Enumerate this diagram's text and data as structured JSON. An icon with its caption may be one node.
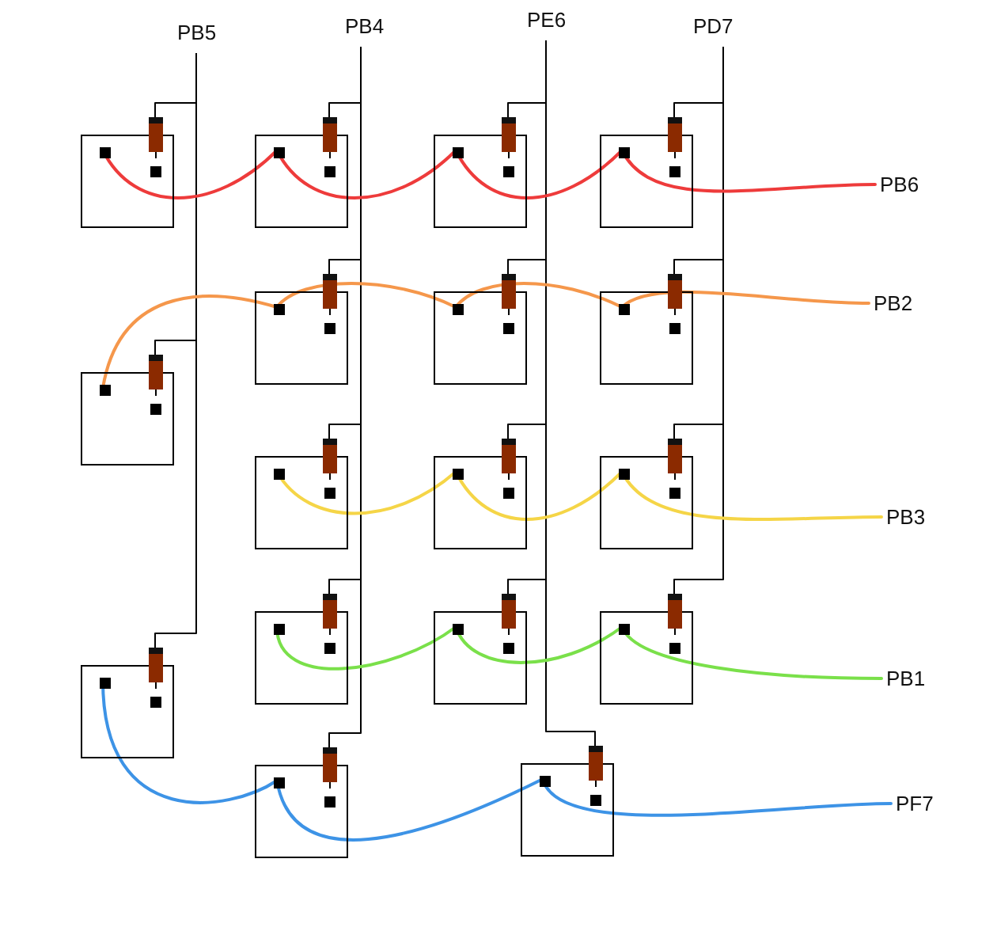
{
  "diagram": {
    "nodes": [
      {
        "text": [
          "PB5"
        ]
      },
      {
        "text": [
          "PB4"
        ]
      },
      {
        "text": [
          "PE6"
        ]
      },
      {
        "text": [
          "PD7"
        ]
      },
      {
        "text": [],
        "shape": "box"
      },
      {
        "text": [],
        "shape": "box"
      },
      {
        "text": [],
        "shape": "box"
      },
      {
        "text": [],
        "shape": "box"
      },
      {
        "text": [
          "PB6"
        ]
      },
      {
        "text": [],
        "shape": "box"
      },
      {
        "text": [],
        "shape": "box"
      },
      {
        "text": [],
        "shape": "box"
      },
      {
        "text": [],
        "shape": "box"
      },
      {
        "text": [
          "PB2"
        ]
      },
      {
        "text": [],
        "shape": "box"
      },
      {
        "text": [],
        "shape": "box"
      },
      {
        "text": [],
        "shape": "box"
      },
      {
        "text": [
          "PB3"
        ]
      },
      {
        "text": [],
        "shape": "box"
      },
      {
        "text": [],
        "shape": "box"
      },
      {
        "text": [],
        "shape": "box"
      },
      {
        "text": [],
        "shape": "box"
      },
      {
        "text": [
          "PB1"
        ]
      },
      {
        "text": [],
        "shape": "box"
      },
      {
        "text": [],
        "shape": "box"
      },
      {
        "text": [
          "PF7"
        ]
      }
    ],
    "edges": [
      {
        "from": 0,
        "to": 4,
        "arrow": "none"
      },
      {
        "from": 0,
        "to": 9,
        "arrow": "none"
      },
      {
        "from": 0,
        "to": 18,
        "arrow": "none"
      },
      {
        "from": 1,
        "to": 5,
        "arrow": "none"
      },
      {
        "from": 1,
        "to": 10,
        "arrow": "none"
      },
      {
        "from": 1,
        "to": 14,
        "arrow": "none"
      },
      {
        "from": 1,
        "to": 19,
        "arrow": "none"
      },
      {
        "from": 1,
        "to": 23,
        "arrow": "none"
      },
      {
        "from": 2,
        "to": 6,
        "arrow": "none"
      },
      {
        "from": 2,
        "to": 11,
        "arrow": "none"
      },
      {
        "from": 2,
        "to": 15,
        "arrow": "none"
      },
      {
        "from": 2,
        "to": 20,
        "arrow": "none"
      },
      {
        "from": 2,
        "to": 24,
        "arrow": "none"
      },
      {
        "from": 3,
        "to": 7,
        "arrow": "none"
      },
      {
        "from": 3,
        "to": 12,
        "arrow": "none"
      },
      {
        "from": 3,
        "to": 16,
        "arrow": "none"
      },
      {
        "from": 3,
        "to": 21,
        "arrow": "none"
      },
      {
        "from": 4,
        "to": 5,
        "arrow": "none",
        "color": "#ee3b3b"
      },
      {
        "from": 5,
        "to": 6,
        "arrow": "none",
        "color": "#ee3b3b"
      },
      {
        "from": 6,
        "to": 7,
        "arrow": "none",
        "color": "#ee3b3b"
      },
      {
        "from": 7,
        "to": 8,
        "arrow": "none",
        "color": "#ee3b3b"
      },
      {
        "from": 9,
        "to": 10,
        "arrow": "none",
        "color": "#f5974b"
      },
      {
        "from": 10,
        "to": 11,
        "arrow": "none",
        "color": "#f5974b"
      },
      {
        "from": 11,
        "to": 12,
        "arrow": "none",
        "color": "#f5974b"
      },
      {
        "from": 12,
        "to": 13,
        "arrow": "none",
        "color": "#f5974b"
      },
      {
        "from": 14,
        "to": 15,
        "arrow": "none",
        "color": "#f5d547"
      },
      {
        "from": 15,
        "to": 16,
        "arrow": "none",
        "color": "#f5d547"
      },
      {
        "from": 16,
        "to": 17,
        "arrow": "none",
        "color": "#f5d547"
      },
      {
        "from": 19,
        "to": 20,
        "arrow": "none",
        "color": "#7ae04a"
      },
      {
        "from": 20,
        "to": 21,
        "arrow": "none",
        "color": "#7ae04a"
      },
      {
        "from": 21,
        "to": 22,
        "arrow": "none",
        "color": "#7ae04a"
      },
      {
        "from": 18,
        "to": 23,
        "arrow": "none",
        "color": "#3d93e6"
      },
      {
        "from": 23,
        "to": 24,
        "arrow": "none",
        "color": "#3d93e6"
      },
      {
        "from": 24,
        "to": 25,
        "arrow": "none",
        "color": "#3d93e6"
      }
    ]
  }
}
